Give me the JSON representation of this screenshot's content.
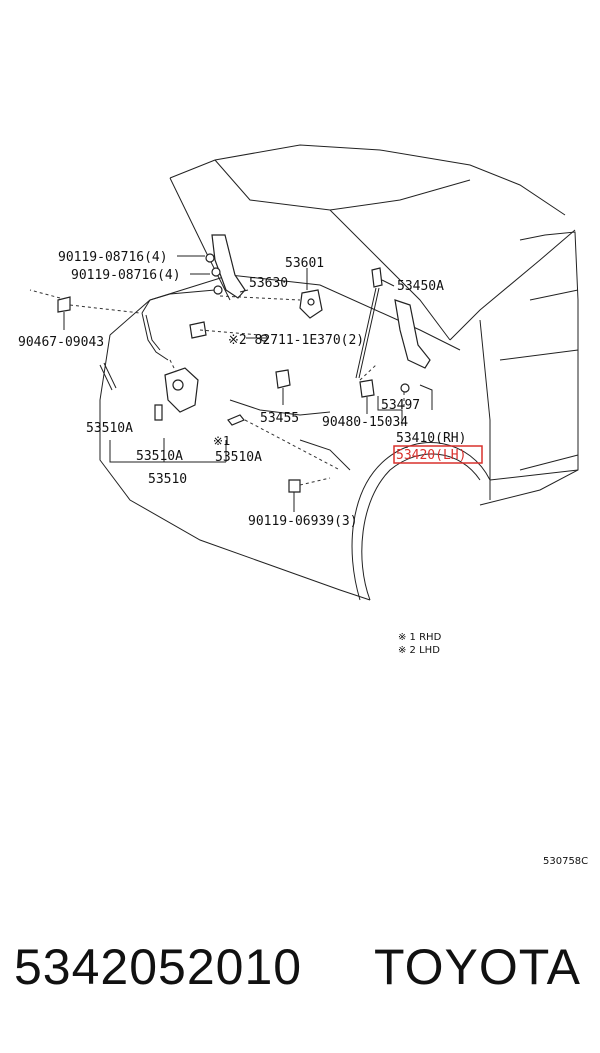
{
  "labels": {
    "p90119_08716_a": "90119-08716(4)",
    "p90119_08716_b": "90119-08716(4)",
    "p53601": "53601",
    "p53630": "53630",
    "p53450a": "53450A",
    "p90467": "90467-09043",
    "p82711": "※2 82711-1E370(2)",
    "p53510a_left": "53510A",
    "p53455": "53455",
    "p90480": "90480-15034",
    "p53497": "53497",
    "p53410": "53410(RH)",
    "p53420": "53420(LH)",
    "p53510a_mid": "53510A",
    "p53510a_right": "53510A",
    "p53510": "53510",
    "p90119_06939": "90119-06939(3)",
    "star1": "※1",
    "star2": "※2"
  },
  "notes": {
    "rhd": "※ 1 RHD",
    "lhd": "※ 2 LHD"
  },
  "drawing_code": "530758C",
  "highlight_color": "#d9302c",
  "footer": {
    "part_number": "5342052010",
    "brand": "TOYOTA"
  }
}
